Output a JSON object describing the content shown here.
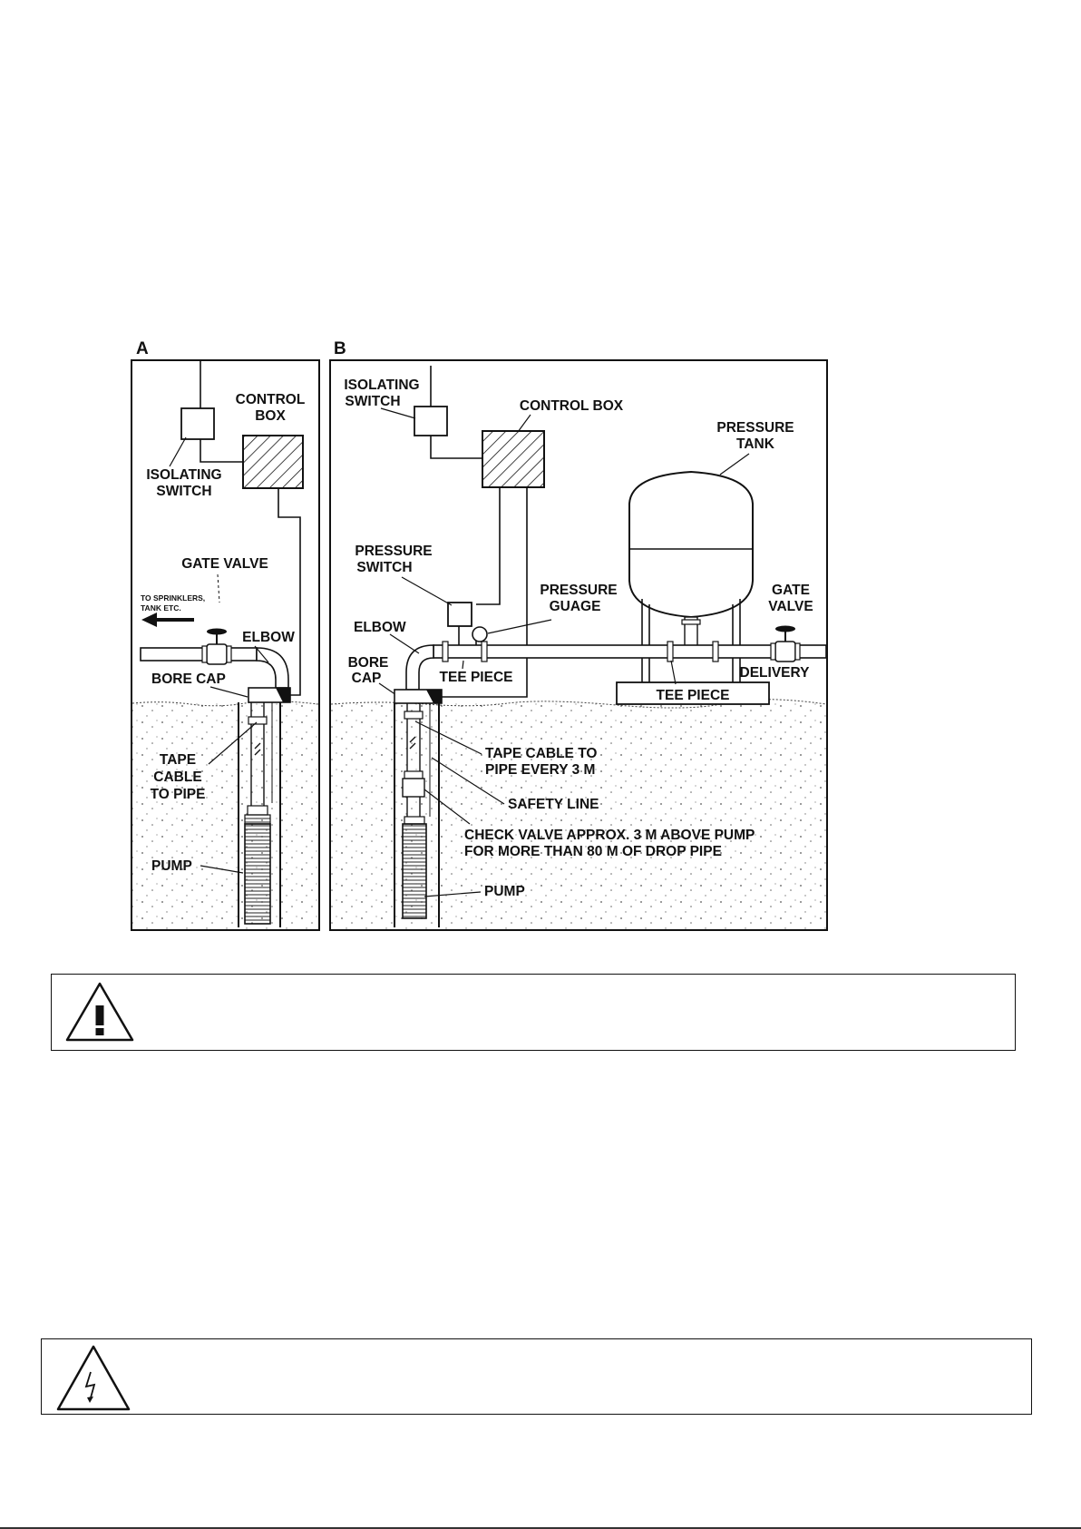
{
  "panels": {
    "a": {
      "letter": "A",
      "labels": {
        "control_box": [
          "CONTROL",
          "BOX"
        ],
        "isolating_switch": [
          "ISOLATING",
          "SWITCH"
        ],
        "gate_valve": "GATE VALVE",
        "to_sprinklers": [
          "TO SPRINKLERS,",
          "TANK ETC."
        ],
        "elbow": "ELBOW",
        "bore_cap": "BORE CAP",
        "tape_cable": [
          "TAPE",
          "CABLE",
          "TO PIPE"
        ],
        "pump": "PUMP"
      }
    },
    "b": {
      "letter": "B",
      "labels": {
        "isolating_switch": [
          "ISOLATING",
          "SWITCH"
        ],
        "control_box": "CONTROL BOX",
        "pressure_tank": [
          "PRESSURE",
          "TANK"
        ],
        "pressure_switch": [
          "PRESSURE",
          "SWITCH"
        ],
        "pressure_gauge": [
          "PRESSURE",
          "GUAGE"
        ],
        "gate_valve": [
          "GATE",
          "VALVE"
        ],
        "elbow": "ELBOW",
        "bore_cap": [
          "BORE",
          "CAP"
        ],
        "tee_piece_pipe": "TEE PIECE",
        "delivery": "DELIVERY",
        "tee_piece_base": "TEE PIECE",
        "tape_cable": [
          "TAPE CABLE TO",
          "PIPE EVERY 3 M"
        ],
        "safety_line": "SAFETY LINE",
        "check_valve": [
          "CHECK VALVE APPROX. 3 M ABOVE PUMP",
          "FOR MORE THAN 80 M OF DROP PIPE"
        ],
        "pump": "PUMP"
      }
    }
  },
  "icons": {
    "caution": "warning-exclamation-icon",
    "electrical": "high-voltage-icon"
  }
}
